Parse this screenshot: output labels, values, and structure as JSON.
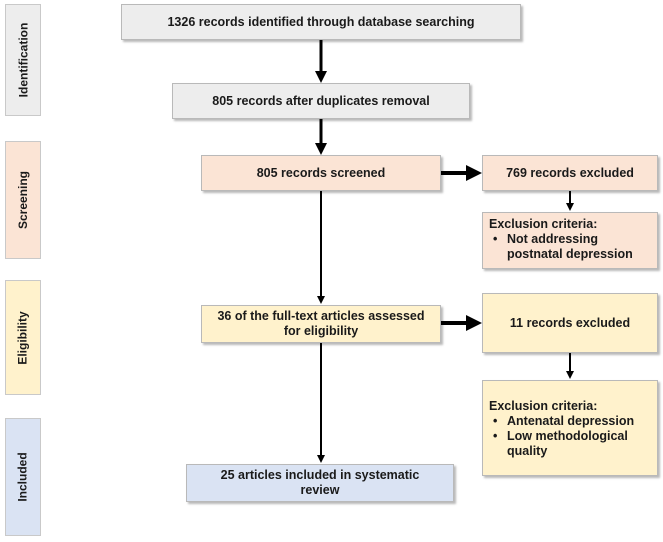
{
  "stages": {
    "identification": "Identification",
    "screening": "Screening",
    "eligibility": "Eligibility",
    "included": "Included"
  },
  "boxes": {
    "identified": "1326 records identified through database searching",
    "after_duplicates": "805 records after duplicates removal",
    "screened": "805 records screened",
    "excluded_screening": "769 records excluded",
    "full_text_line1": "36 of the full-text articles assessed",
    "full_text_line2": "for eligibility",
    "excluded_eligibility": "11 records excluded",
    "included_line1": "25 articles included in systematic",
    "included_line2": "review"
  },
  "exclusion_screening": {
    "title": "Exclusion criteria:",
    "items": [
      "Not addressing postnatal depression"
    ]
  },
  "exclusion_eligibility": {
    "title": "Exclusion criteria:",
    "items": [
      "Antenatal depression",
      "Low methodological quality"
    ]
  },
  "colors": {
    "identification": "#ededed",
    "screening": "#fbe4d5",
    "eligibility": "#fff2cc",
    "included": "#dae3f3",
    "arrow": "#000000"
  }
}
